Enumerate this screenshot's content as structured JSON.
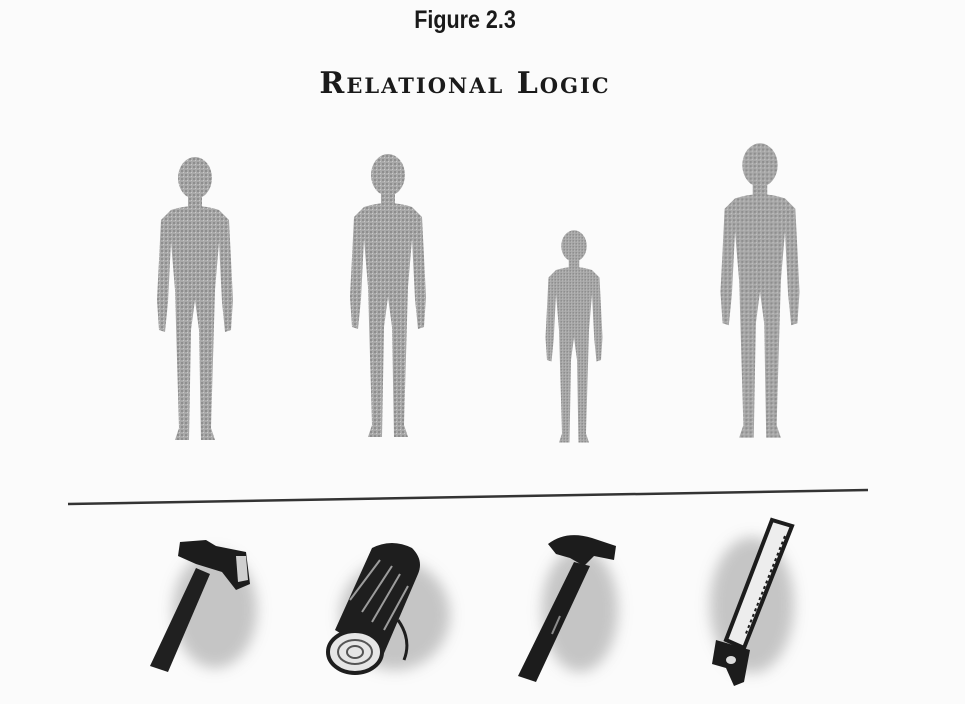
{
  "figure": {
    "label": "Figure 2.3",
    "title": "Relational Logic"
  },
  "people": [
    "man",
    "woman",
    "child",
    "man"
  ],
  "objects": [
    "axe",
    "log",
    "hammer",
    "saw"
  ]
}
